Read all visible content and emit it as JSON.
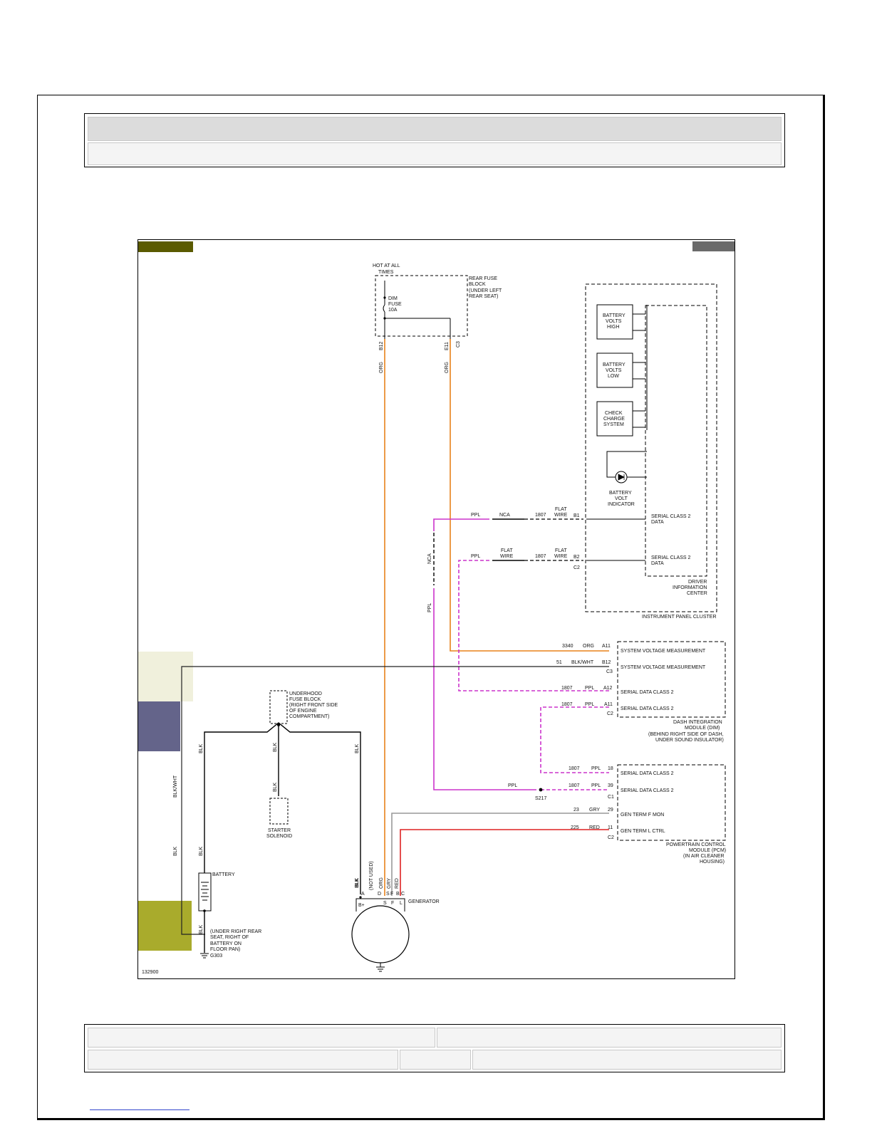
{
  "diagram": {
    "figure_id": "132900",
    "hot_label_1": "HOT AT ALL",
    "hot_label_2": "TIMES",
    "rear_fuse_block": [
      "REAR FUSE",
      "BLOCK",
      "(UNDER LEFT",
      "REAR SEAT)"
    ],
    "dim_fuse": [
      "DIM",
      "FUSE",
      "10A"
    ],
    "pins_top": {
      "b12": "B12",
      "e11": "E11",
      "c3": "C3"
    },
    "org": "ORG",
    "nca": "NCA",
    "ppl": "PPL",
    "lamps": [
      [
        "BATTERY",
        "VOLTS",
        "HIGH"
      ],
      [
        "BATTERY",
        "VOLTS",
        "LOW"
      ],
      [
        "CHECK",
        "CHARGE",
        "SYSTEM"
      ]
    ],
    "battery_volt_indicator": [
      "BATTERY",
      "VOLT",
      "INDICATOR"
    ],
    "serial_class2_data": [
      "SERIAL CLASS 2",
      "DATA"
    ],
    "driver_info_center": [
      "DRIVER",
      "INFORMATION",
      "CENTER"
    ],
    "instrument_panel_cluster": "INSTRUMENT PANEL CLUSTER",
    "flat_wire": [
      "FLAT",
      "WIRE"
    ],
    "circuit_1807": "1807",
    "b1": "B1",
    "b2": "B2",
    "c2": "C2",
    "dim_rows": [
      {
        "circuit": "3340",
        "color": "ORG",
        "pin": "A11",
        "label": "SYSTEM VOLTAGE MEASUREMENT"
      },
      {
        "circuit": "51",
        "color": "BLK/WHT",
        "pin": "B12",
        "label": "SYSTEM VOLTAGE MEASUREMENT"
      },
      {
        "circuit": "1807",
        "color": "PPL",
        "pin": "A12",
        "label": "SERIAL DATA CLASS 2"
      },
      {
        "circuit": "1807",
        "color": "PPL",
        "pin": "A11",
        "label": "SERIAL DATA CLASS 2"
      }
    ],
    "dim_c3": "C3",
    "dim_c2": "C2",
    "dim_module": [
      "DASH INTEGRATION",
      "MODULE (DIM)",
      "(BEHIND RIGHT SIDE OF DASH,",
      "UNDER SOUND INSULATOR)"
    ],
    "underhood_fuse_block": [
      "UNDERHOOD",
      "FUSE BLOCK",
      "(RIGHT FRONT SIDE",
      "OF ENGINE",
      "COMPARTMENT)"
    ],
    "blk": "BLK",
    "blk_wht": "BLK/WHT",
    "starter_solenoid": [
      "STARTER",
      "SOLENOID"
    ],
    "battery": "BATTERY",
    "ground_note": [
      "(UNDER RIGHT REAR",
      "SEAT, RIGHT OF",
      "BATTERY ON",
      "FLOOR PAN)",
      "G303"
    ],
    "pcm_rows": [
      {
        "circuit": "1807",
        "color": "PPL",
        "pin": "18",
        "label": "SERIAL DATA CLASS 2"
      },
      {
        "circuit": "1807",
        "color": "PPL",
        "pin": "39",
        "label": "SERIAL DATA CLASS 2"
      },
      {
        "circuit": "23",
        "color": "GRY",
        "pin": "29",
        "label": "GEN TERM F MON"
      },
      {
        "circuit": "225",
        "color": "RED",
        "pin": "11",
        "label": "GEN TERM L CTRL"
      }
    ],
    "pcm_c1": "C1",
    "pcm_c2": "C2",
    "s217": "S217",
    "pcm_module": [
      "POWERTRAIN CONTROL",
      "MODULE (PCM)",
      "(IN AIR CLEANER",
      "HOUSING)"
    ],
    "gen_pin_labels": {
      "blk": "BLK",
      "not_used": "(NOT USED)",
      "org": "ORG",
      "gry": "GRY",
      "red": "RED"
    },
    "gen_pins": {
      "a": "A",
      "d": "D",
      "s": "S",
      "f": "F",
      "b": "B",
      "c": "C"
    },
    "gen_terms": {
      "bplus": "B+",
      "s": "S",
      "f": "F",
      "l": "L"
    },
    "generator": "GENERATOR"
  },
  "colors": {
    "org": "#e8821a",
    "ppl": "#cc33cc",
    "red": "#dd2222",
    "gry": "#999999",
    "olive": "#5a5a00",
    "slate": "#64648a",
    "olive_green": "#a9ab2c",
    "cream": "#f0f0dc"
  }
}
